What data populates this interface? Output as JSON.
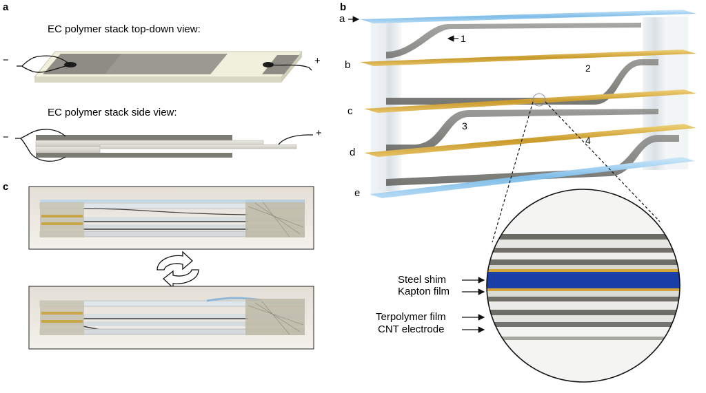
{
  "panels": {
    "a": {
      "letter": "a",
      "topdown_caption": "EC polymer stack top-down view:",
      "side_caption": "EC polymer stack side view:",
      "minus": "−",
      "plus": "+"
    },
    "b": {
      "letter": "b",
      "layers": [
        "a",
        "b",
        "c",
        "d",
        "e"
      ],
      "bends": [
        "1",
        "2",
        "3",
        "4"
      ],
      "legend": {
        "steel": "Steel shim",
        "kapton": "Kapton film",
        "terpolymer": "Terpolymer film",
        "cnt": "CNT electrode"
      }
    },
    "c": {
      "letter": "c"
    }
  },
  "colors": {
    "steel_shim": "#1a3fa6",
    "kapton": "#d4a53a",
    "polymer_dark": "#6e6e6a",
    "glass": "#d8e4ec",
    "top_blue": "#8ec6ea"
  }
}
